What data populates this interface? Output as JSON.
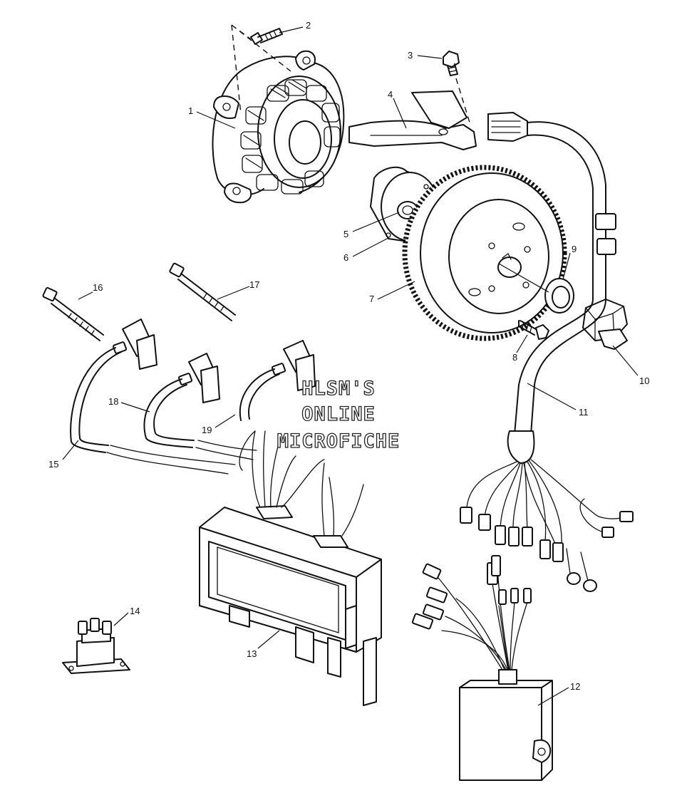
{
  "watermark": {
    "line1": "HLSM'S",
    "line2": "ONLINE",
    "line3": "MICROFICHE"
  },
  "callouts": [
    "1",
    "2",
    "3",
    "4",
    "5",
    "6",
    "7",
    "8",
    "9",
    "10",
    "11",
    "12",
    "13",
    "14",
    "15",
    "16",
    "17",
    "18",
    "19"
  ],
  "colors": {
    "line": "#111111",
    "background": "#ffffff"
  }
}
